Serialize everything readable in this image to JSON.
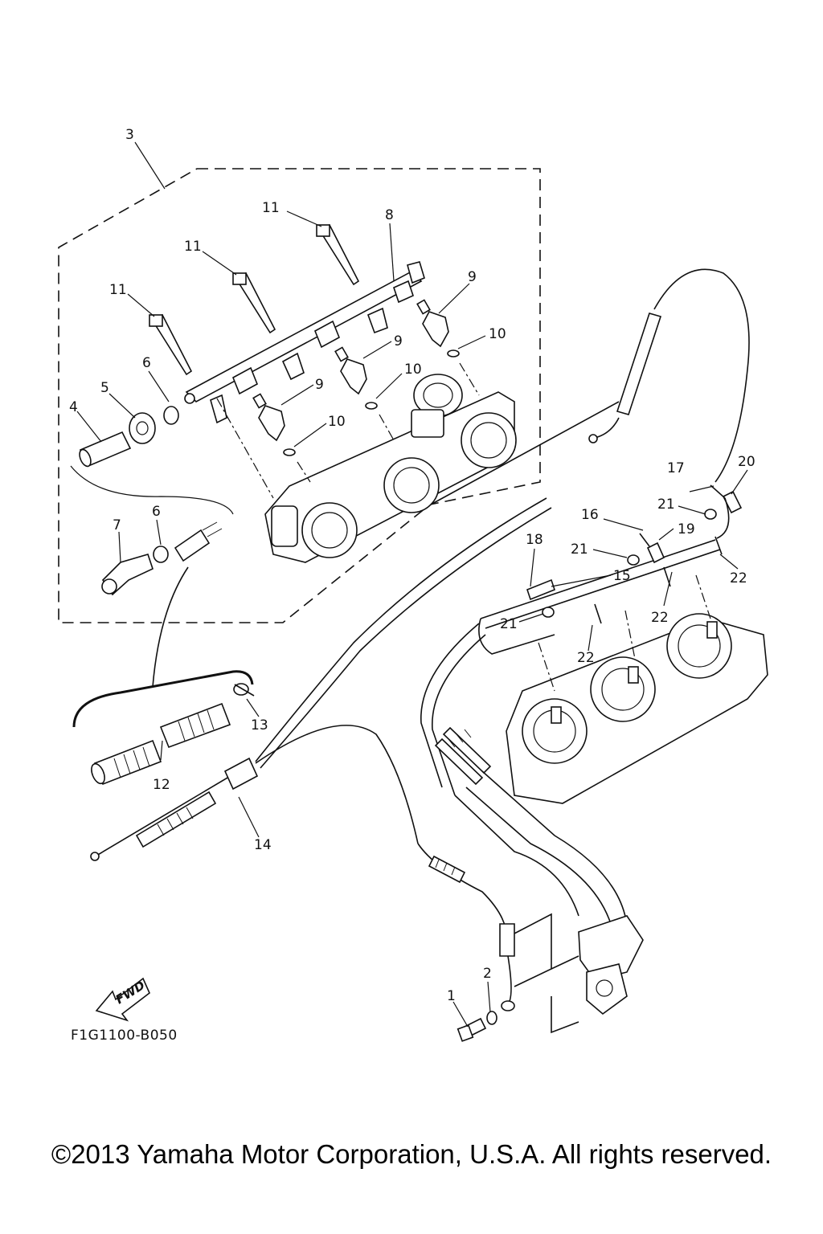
{
  "figure": {
    "code": "F1G1100-B050",
    "fwd_label": "FWD",
    "copyright": "©2013 Yamaha Motor Corporation, U.S.A. All rights reserved."
  },
  "callouts": [
    {
      "id": "c1",
      "label": "1"
    },
    {
      "id": "c2",
      "label": "2"
    },
    {
      "id": "c3",
      "label": "3"
    },
    {
      "id": "c4",
      "label": "4"
    },
    {
      "id": "c5",
      "label": "5"
    },
    {
      "id": "c6a",
      "label": "6"
    },
    {
      "id": "c6b",
      "label": "6"
    },
    {
      "id": "c7",
      "label": "7"
    },
    {
      "id": "c8",
      "label": "8"
    },
    {
      "id": "c9a",
      "label": "9"
    },
    {
      "id": "c9b",
      "label": "9"
    },
    {
      "id": "c9c",
      "label": "9"
    },
    {
      "id": "c10a",
      "label": "10"
    },
    {
      "id": "c10b",
      "label": "10"
    },
    {
      "id": "c10c",
      "label": "10"
    },
    {
      "id": "c11a",
      "label": "11"
    },
    {
      "id": "c11b",
      "label": "11"
    },
    {
      "id": "c11c",
      "label": "11"
    },
    {
      "id": "c12",
      "label": "12"
    },
    {
      "id": "c13",
      "label": "13"
    },
    {
      "id": "c14",
      "label": "14"
    },
    {
      "id": "c15",
      "label": "15"
    },
    {
      "id": "c16",
      "label": "16"
    },
    {
      "id": "c17",
      "label": "17"
    },
    {
      "id": "c18",
      "label": "18"
    },
    {
      "id": "c19",
      "label": "19"
    },
    {
      "id": "c20",
      "label": "20"
    },
    {
      "id": "c21a",
      "label": "21"
    },
    {
      "id": "c21b",
      "label": "21"
    },
    {
      "id": "c21c",
      "label": "21"
    },
    {
      "id": "c22a",
      "label": "22"
    },
    {
      "id": "c22b",
      "label": "22"
    },
    {
      "id": "c22c",
      "label": "22"
    }
  ]
}
